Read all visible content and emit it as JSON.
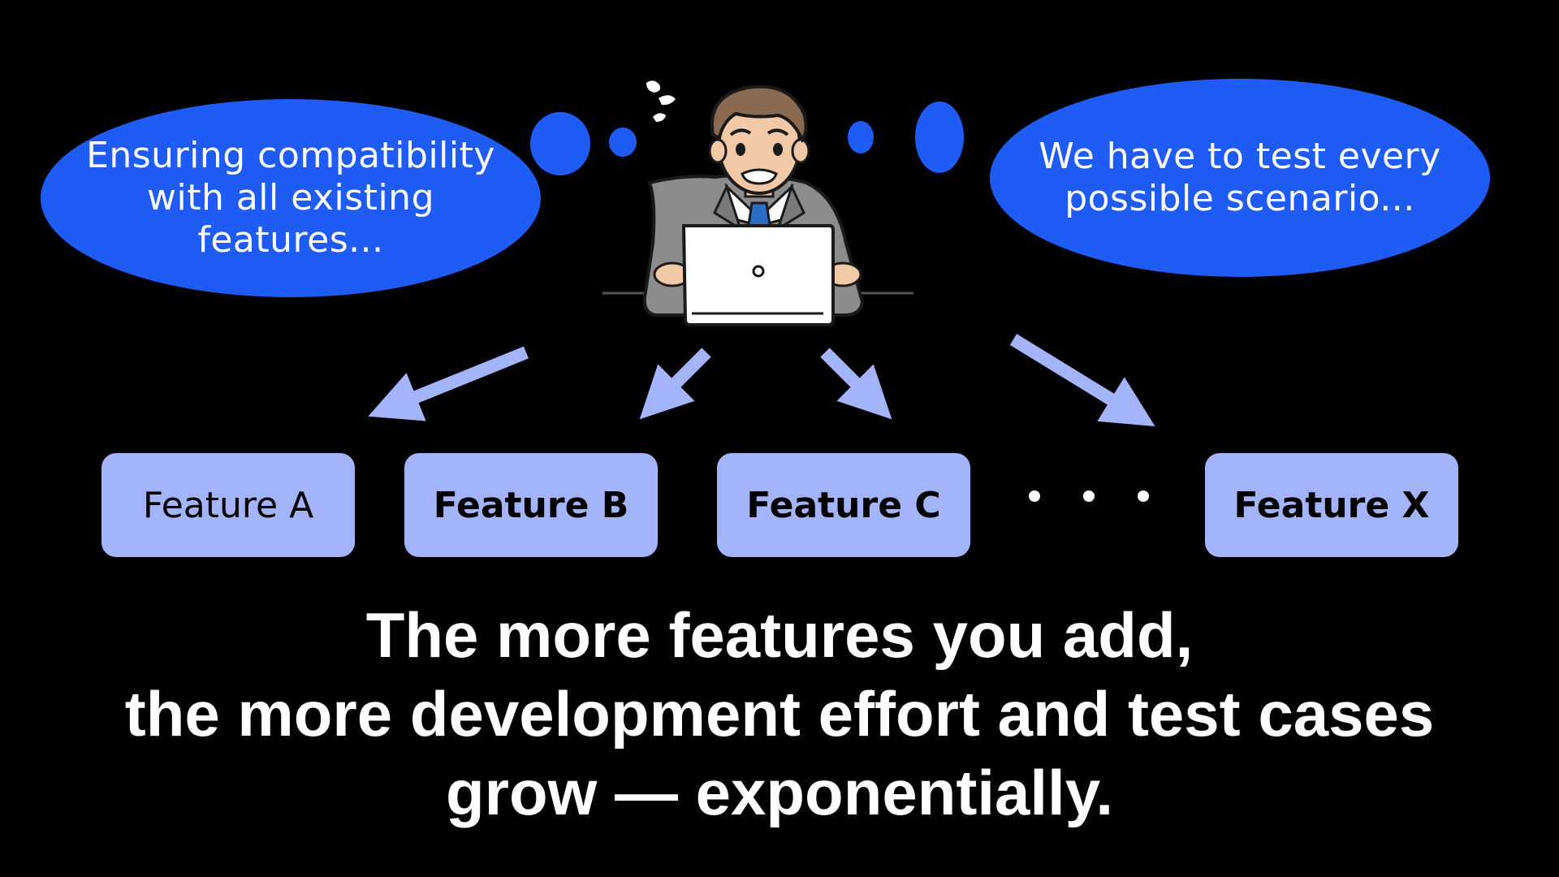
{
  "colors": {
    "background": "#000000",
    "accent_blue": "#1f5cf5",
    "feature_box": "#a3b4fb",
    "arrow": "#a3b4fb",
    "text": "#ffffff"
  },
  "bubbles": {
    "left": "Ensuring compatibility\nwith all existing\nfeatures...",
    "right": "We have to test every\npossible scenario..."
  },
  "illustration": {
    "icon": "worried-man-at-laptop-icon"
  },
  "features": [
    {
      "label": "Feature A"
    },
    {
      "label": "Feature B"
    },
    {
      "label": "Feature C"
    },
    {
      "label": "Feature X"
    }
  ],
  "ellipsis": "...",
  "caption": {
    "line1": "The more features you add,",
    "line2_pre": "the more ",
    "line2_hl1": "development effort",
    "line2_mid": " and ",
    "line2_hl2": "test cases",
    "line3": "grow — exponentially."
  }
}
